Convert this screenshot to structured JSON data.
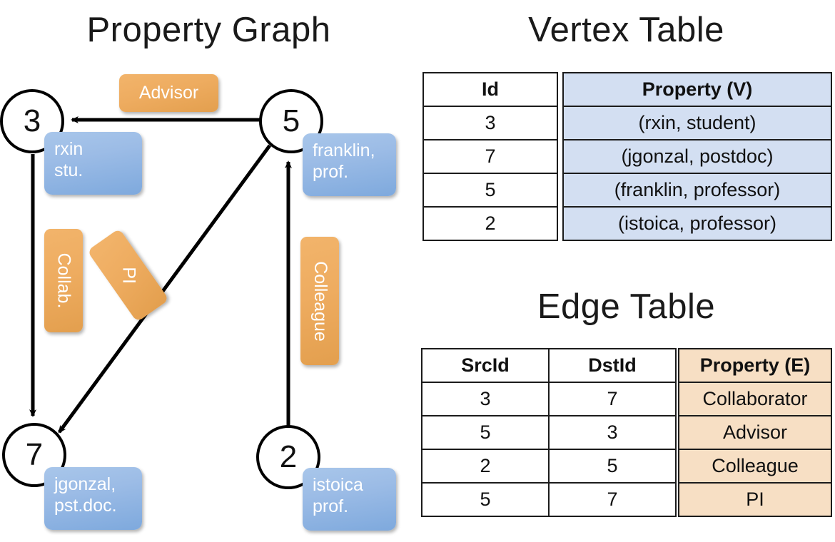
{
  "titles": {
    "property_graph": "Property Graph",
    "vertex_table": "Vertex Table",
    "edge_table": "Edge Table"
  },
  "graph": {
    "nodes": [
      {
        "id": "3",
        "property_lines": [
          "rxin",
          "stu."
        ]
      },
      {
        "id": "5",
        "property_lines": [
          "franklin,",
          "prof."
        ]
      },
      {
        "id": "7",
        "property_lines": [
          "jgonzal,",
          "pst.doc."
        ]
      },
      {
        "id": "2",
        "property_lines": [
          "istoica",
          "prof."
        ]
      }
    ],
    "edge_labels": [
      {
        "name": "advisor",
        "text": "Advisor"
      },
      {
        "name": "collab",
        "text": "Collab."
      },
      {
        "name": "pi",
        "text": "PI"
      },
      {
        "name": "colleague",
        "text": "Colleague"
      }
    ]
  },
  "vertex_table": {
    "headers": [
      "Id",
      "Property (V)"
    ],
    "rows": [
      {
        "id": "3",
        "property": "(rxin, student)"
      },
      {
        "id": "7",
        "property": "(jgonzal, postdoc)"
      },
      {
        "id": "5",
        "property": "(franklin, professor)"
      },
      {
        "id": "2",
        "property": "(istoica, professor)"
      }
    ]
  },
  "edge_table": {
    "headers": [
      "SrcId",
      "DstId",
      "Property (E)"
    ],
    "rows": [
      {
        "src": "3",
        "dst": "7",
        "property": "Collaborator"
      },
      {
        "src": "5",
        "dst": "3",
        "property": "Advisor"
      },
      {
        "src": "2",
        "dst": "5",
        "property": "Colleague"
      },
      {
        "src": "5",
        "dst": "7",
        "property": "PI"
      }
    ]
  },
  "colors": {
    "vertex_property_bg": "#d3dff2",
    "edge_property_bg": "#f7dfc4",
    "node_property_box": "#9cbce6",
    "edge_label_box": "#eeac60"
  }
}
